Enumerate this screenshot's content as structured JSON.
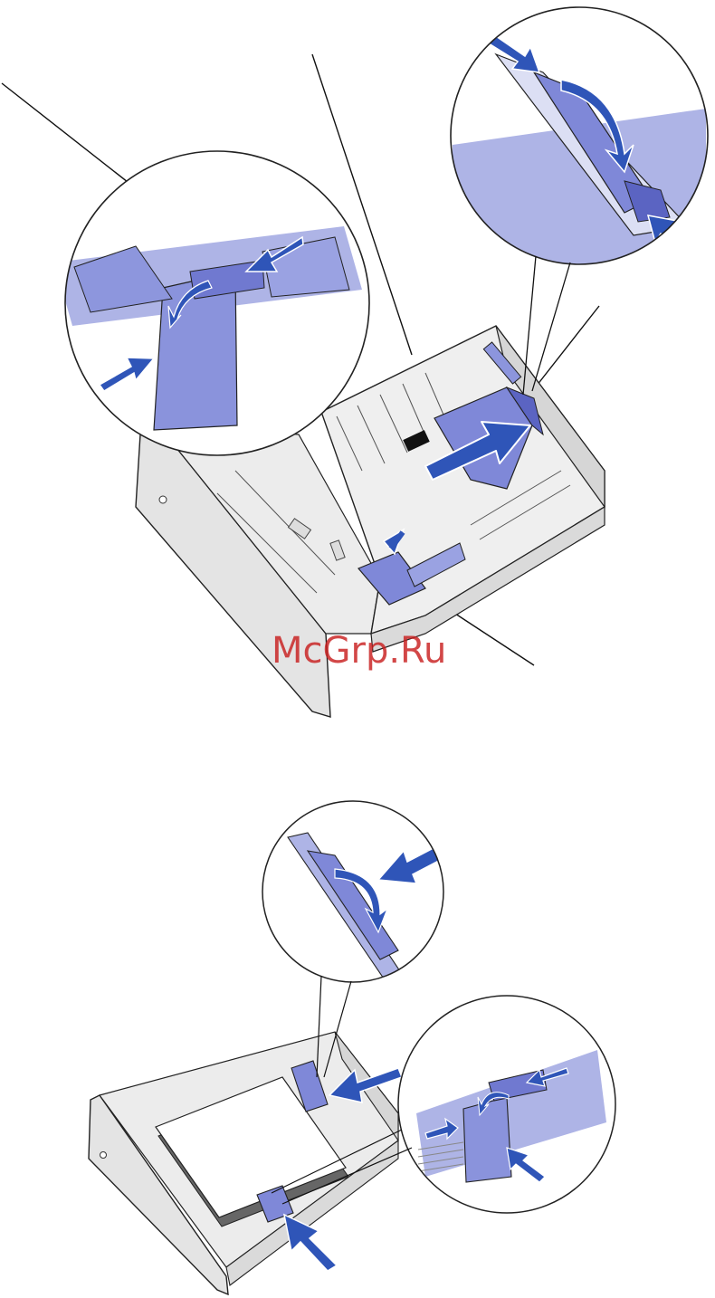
{
  "watermark": {
    "text": "McGrp.Ru",
    "color": "#d22a2a"
  },
  "palette": {
    "tray_fill": "#ececec",
    "tray_shade": "#d8d8d8",
    "outline": "#222222",
    "part_blue": "#7f88d8",
    "part_blue_light": "#b3b9e8",
    "arrow_blue": "#2f55b8",
    "inset_fill": "#e8e8e8"
  },
  "figures": [
    {
      "id": "top",
      "description_icons": [
        "tray-icon",
        "length-guide-icon",
        "width-guide-icon"
      ]
    },
    {
      "id": "bottom",
      "description_icons": [
        "tray-icon",
        "paper-stack-icon",
        "guide-tab-icon"
      ]
    }
  ]
}
